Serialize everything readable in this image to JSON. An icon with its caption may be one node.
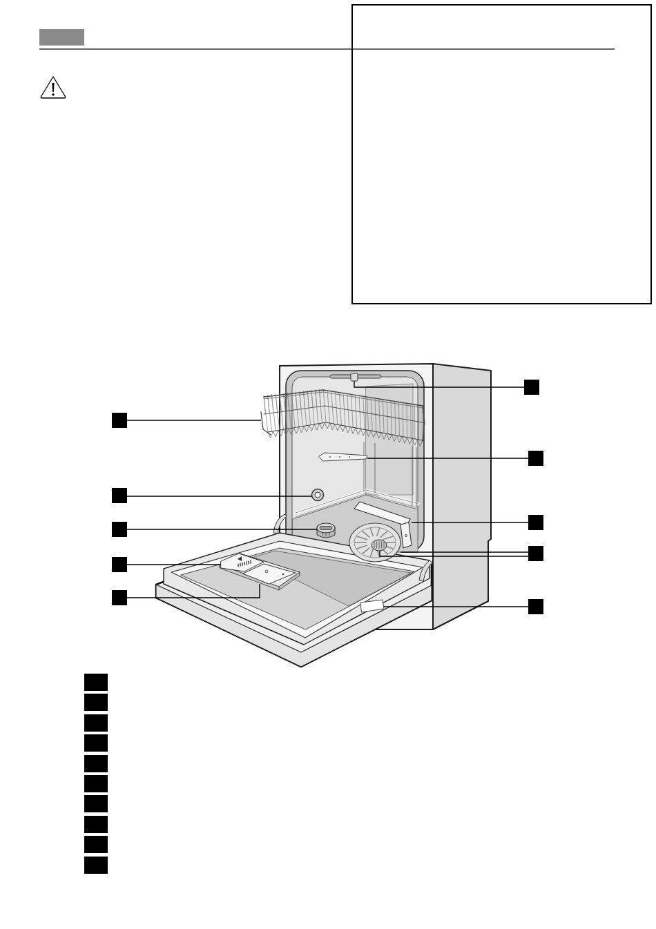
{
  "diagram": {
    "nodes": [
      {
        "text": [],
        "shape": "box"
      },
      {
        "text": [],
        "shape": "box"
      },
      {
        "text": [],
        "shape": "box"
      },
      {
        "text": [],
        "shape": "box"
      },
      {
        "text": [],
        "shape": "box"
      },
      {
        "text": [],
        "shape": "box"
      },
      {
        "text": [],
        "shape": "box"
      },
      {
        "text": [],
        "shape": "box"
      },
      {
        "text": [],
        "shape": "box"
      },
      {
        "text": [],
        "shape": "box"
      },
      {
        "text": [],
        "shape": "box"
      },
      {
        "text": [],
        "shape": "picture"
      },
      {
        "text": [],
        "shape": "picture"
      },
      {
        "text": [],
        "shape": "picture"
      },
      {
        "text": [],
        "shape": "picture"
      },
      {
        "text": [],
        "shape": "picture"
      },
      {
        "text": [],
        "shape": "picture"
      },
      {
        "text": [],
        "shape": "picture"
      },
      {
        "text": [],
        "shape": "picture"
      },
      {
        "text": [],
        "shape": "picture"
      },
      {
        "text": [],
        "shape": "picture",
        "in": 19
      },
      {
        "text": [],
        "shape": "picture"
      },
      {
        "text": [],
        "shape": "box"
      },
      {
        "text": [],
        "shape": "box"
      },
      {
        "text": [],
        "shape": "box"
      },
      {
        "text": [],
        "shape": "box"
      },
      {
        "text": [],
        "shape": "box"
      },
      {
        "text": [],
        "shape": "box"
      },
      {
        "text": [],
        "shape": "box"
      },
      {
        "text": [],
        "shape": "box"
      },
      {
        "text": [],
        "shape": "box"
      },
      {
        "text": [],
        "shape": "box"
      }
    ],
    "edges": [
      {
        "from": 1,
        "to": 11,
        "arrow": "none"
      },
      {
        "from": 2,
        "to": 12,
        "arrow": "none"
      },
      {
        "from": 3,
        "to": 13,
        "arrow": "none"
      },
      {
        "from": 4,
        "to": 14,
        "arrow": "none"
      },
      {
        "from": 5,
        "to": 15,
        "arrow": "none"
      },
      {
        "from": 6,
        "to": 16,
        "arrow": "none"
      },
      {
        "from": 7,
        "to": 17,
        "arrow": "none"
      },
      {
        "from": 8,
        "to": 18,
        "arrow": "none"
      },
      {
        "from": 9,
        "to": 19,
        "arrow": "none"
      },
      {
        "from": 9,
        "to": 20,
        "arrow": "none"
      },
      {
        "from": 10,
        "to": 21,
        "arrow": "none"
      }
    ]
  }
}
